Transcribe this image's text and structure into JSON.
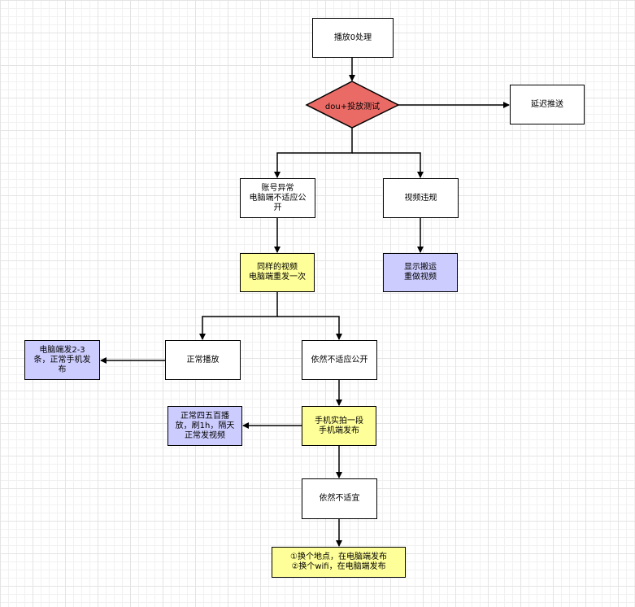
{
  "diagram": {
    "nodes": {
      "start": "播放0处理",
      "decision": "dou+投放测试",
      "delay_push": "延迟推送",
      "account_abnormal": "账号异常\n电脑端不适应公\n开",
      "video_review": "视频违规",
      "resend_pc": "同样的视频\n电脑端重发一次",
      "show_transport": "显示搬运\n重做视频",
      "normal_play": "正常播放",
      "pc_post_2_3": "电脑端发2-3\n条，正常手机发\n布",
      "still_unsuitable": "依然不适应公开",
      "phone_shoot": "手机实拍一段\n手机端发布",
      "normal_450": "正常四五百播\n放，刷1h，隔天\n正常发视频",
      "still_unsuitable_2": "依然不适宜",
      "change_location_wifi": "①换个地点，在电脑端发布\n②换个wifi，在电脑端发布"
    },
    "colors": {
      "decision_fill": "#ea6b66",
      "highlight_yellow": "#ffff99",
      "highlight_lavender": "#ccccff",
      "stroke": "#000000"
    }
  }
}
